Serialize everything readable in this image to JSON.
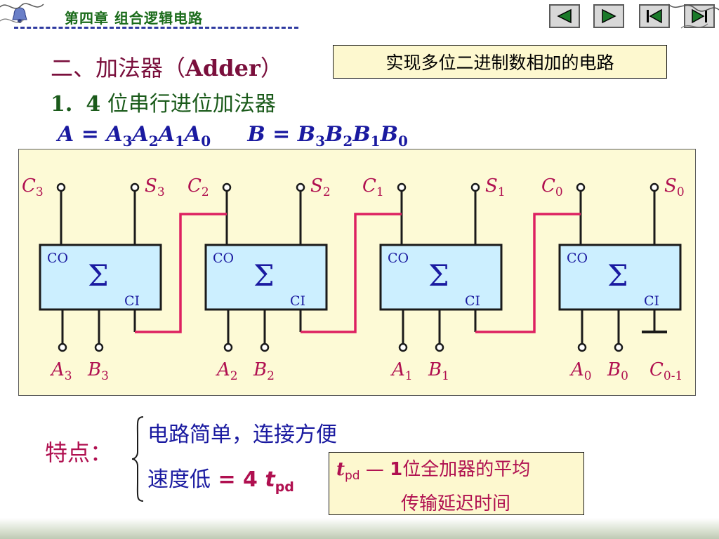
{
  "header": {
    "title": "第四章  组合逻辑电路"
  },
  "nav": {
    "prev_icon": "triangle-left-icon",
    "next_icon": "triangle-right-icon",
    "first_icon": "skip-first-icon",
    "last_icon": "skip-last-icon"
  },
  "section": {
    "title_cn": "二、加法器（",
    "title_en": "Adder",
    "title_end": "）",
    "note": "实现多位二进制数相加的电路"
  },
  "subsection": {
    "num": "1.",
    "num2": "4",
    "title": "位串行进位加法器"
  },
  "formula": {
    "a_left": "A",
    "eq": " = ",
    "a_terms": [
      [
        "A",
        "3"
      ],
      [
        "A",
        "2"
      ],
      [
        "A",
        "1"
      ],
      [
        "A",
        "0"
      ]
    ],
    "b_left": "B",
    "b_terms": [
      [
        "B",
        "3"
      ],
      [
        "B",
        "2"
      ],
      [
        "B",
        "1"
      ],
      [
        "B",
        "0"
      ]
    ]
  },
  "diagram": {
    "sigma": "Σ",
    "co": "CO",
    "ci": "CI",
    "outputs": [
      {
        "c": "C",
        "c_sub": "3",
        "s": "S",
        "s_sub": "3"
      },
      {
        "c": "C",
        "c_sub": "2",
        "s": "S",
        "s_sub": "2"
      },
      {
        "c": "C",
        "c_sub": "1",
        "s": "S",
        "s_sub": "1"
      },
      {
        "c": "C",
        "c_sub": "0",
        "s": "S",
        "s_sub": "0"
      }
    ],
    "inputs": [
      {
        "a": "A",
        "a_sub": "3",
        "b": "B",
        "b_sub": "3"
      },
      {
        "a": "A",
        "a_sub": "2",
        "b": "B",
        "b_sub": "2"
      },
      {
        "a": "A",
        "a_sub": "1",
        "b": "B",
        "b_sub": "1"
      },
      {
        "a": "A",
        "a_sub": "0",
        "b": "B",
        "b_sub": "0"
      }
    ],
    "carry_in": "C",
    "carry_in_sub": "0-1"
  },
  "features": {
    "label": "特点：",
    "item1": "电路简单，连接方便",
    "item2_text": "速度低",
    "item2_eq": " = 4 ",
    "item2_t": "t",
    "item2_sub": "pd"
  },
  "note2": {
    "t": "t",
    "sub": "pd",
    "dash": "—",
    "one": "1",
    "line1": "位全加器的平均",
    "line2": "传输延迟时间"
  },
  "colors": {
    "box_fill": "#ccefff",
    "wire": "#1a1a1a",
    "carry_wire": "#dd2060",
    "text_blue": "#1a1aa0",
    "text_red": "#b01050",
    "title_green": "#1a5a1a"
  }
}
